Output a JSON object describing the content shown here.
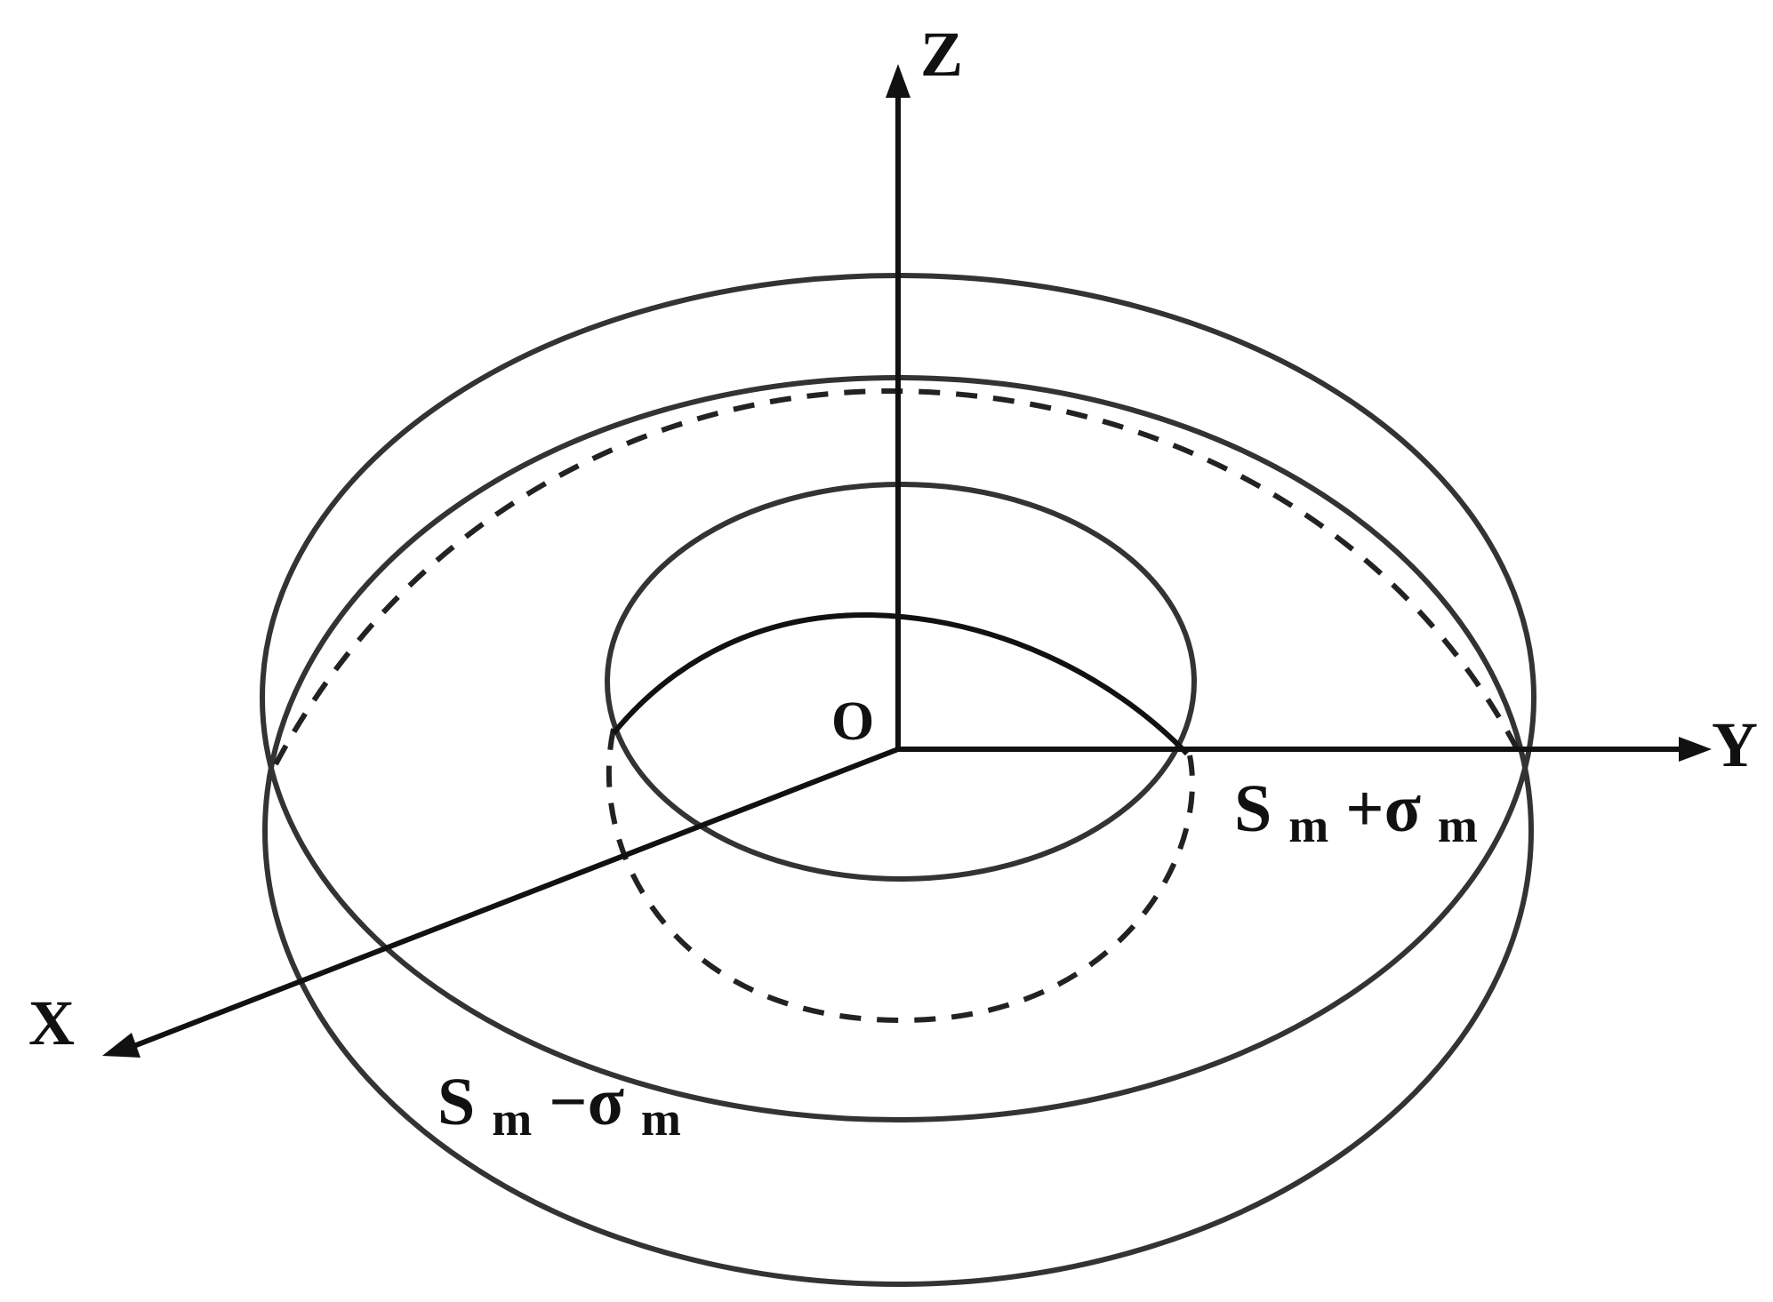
{
  "axes": {
    "x_label": "X",
    "y_label": "Y",
    "z_label": "Z",
    "origin_label": "O"
  },
  "regions": {
    "upper": {
      "main": "S",
      "sub1": "m",
      "op": "+σ",
      "sub2": "m"
    },
    "lower": {
      "main": "S",
      "sub1": "m",
      "op": "−σ",
      "sub2": "m"
    }
  },
  "colors": {
    "stroke": "#333333",
    "axis": "#111111",
    "background": "#ffffff"
  }
}
